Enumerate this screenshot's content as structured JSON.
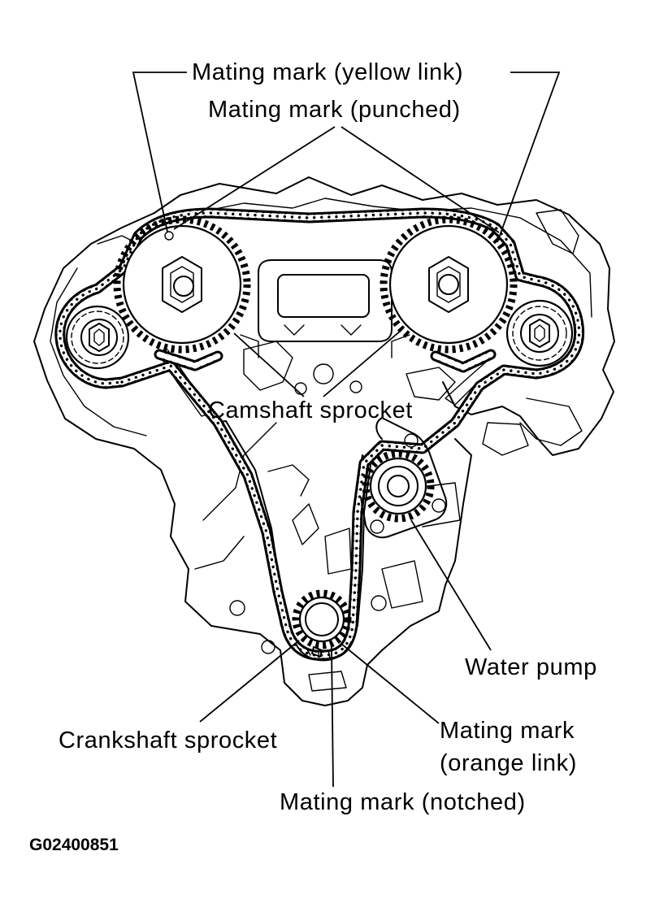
{
  "labels": {
    "mating_mark_yellow_link": "Mating mark (yellow link)",
    "mating_mark_punched": "Mating mark (punched)",
    "camshaft_sprocket": "Camshaft sprocket",
    "water_pump": "Water pump",
    "crankshaft_sprocket": "Crankshaft sprocket",
    "mating_mark_orange_link_line1": "Mating mark",
    "mating_mark_orange_link_line2": "(orange link)",
    "mating_mark_notched": "Mating mark (notched)"
  },
  "figure_code": "G02400851"
}
